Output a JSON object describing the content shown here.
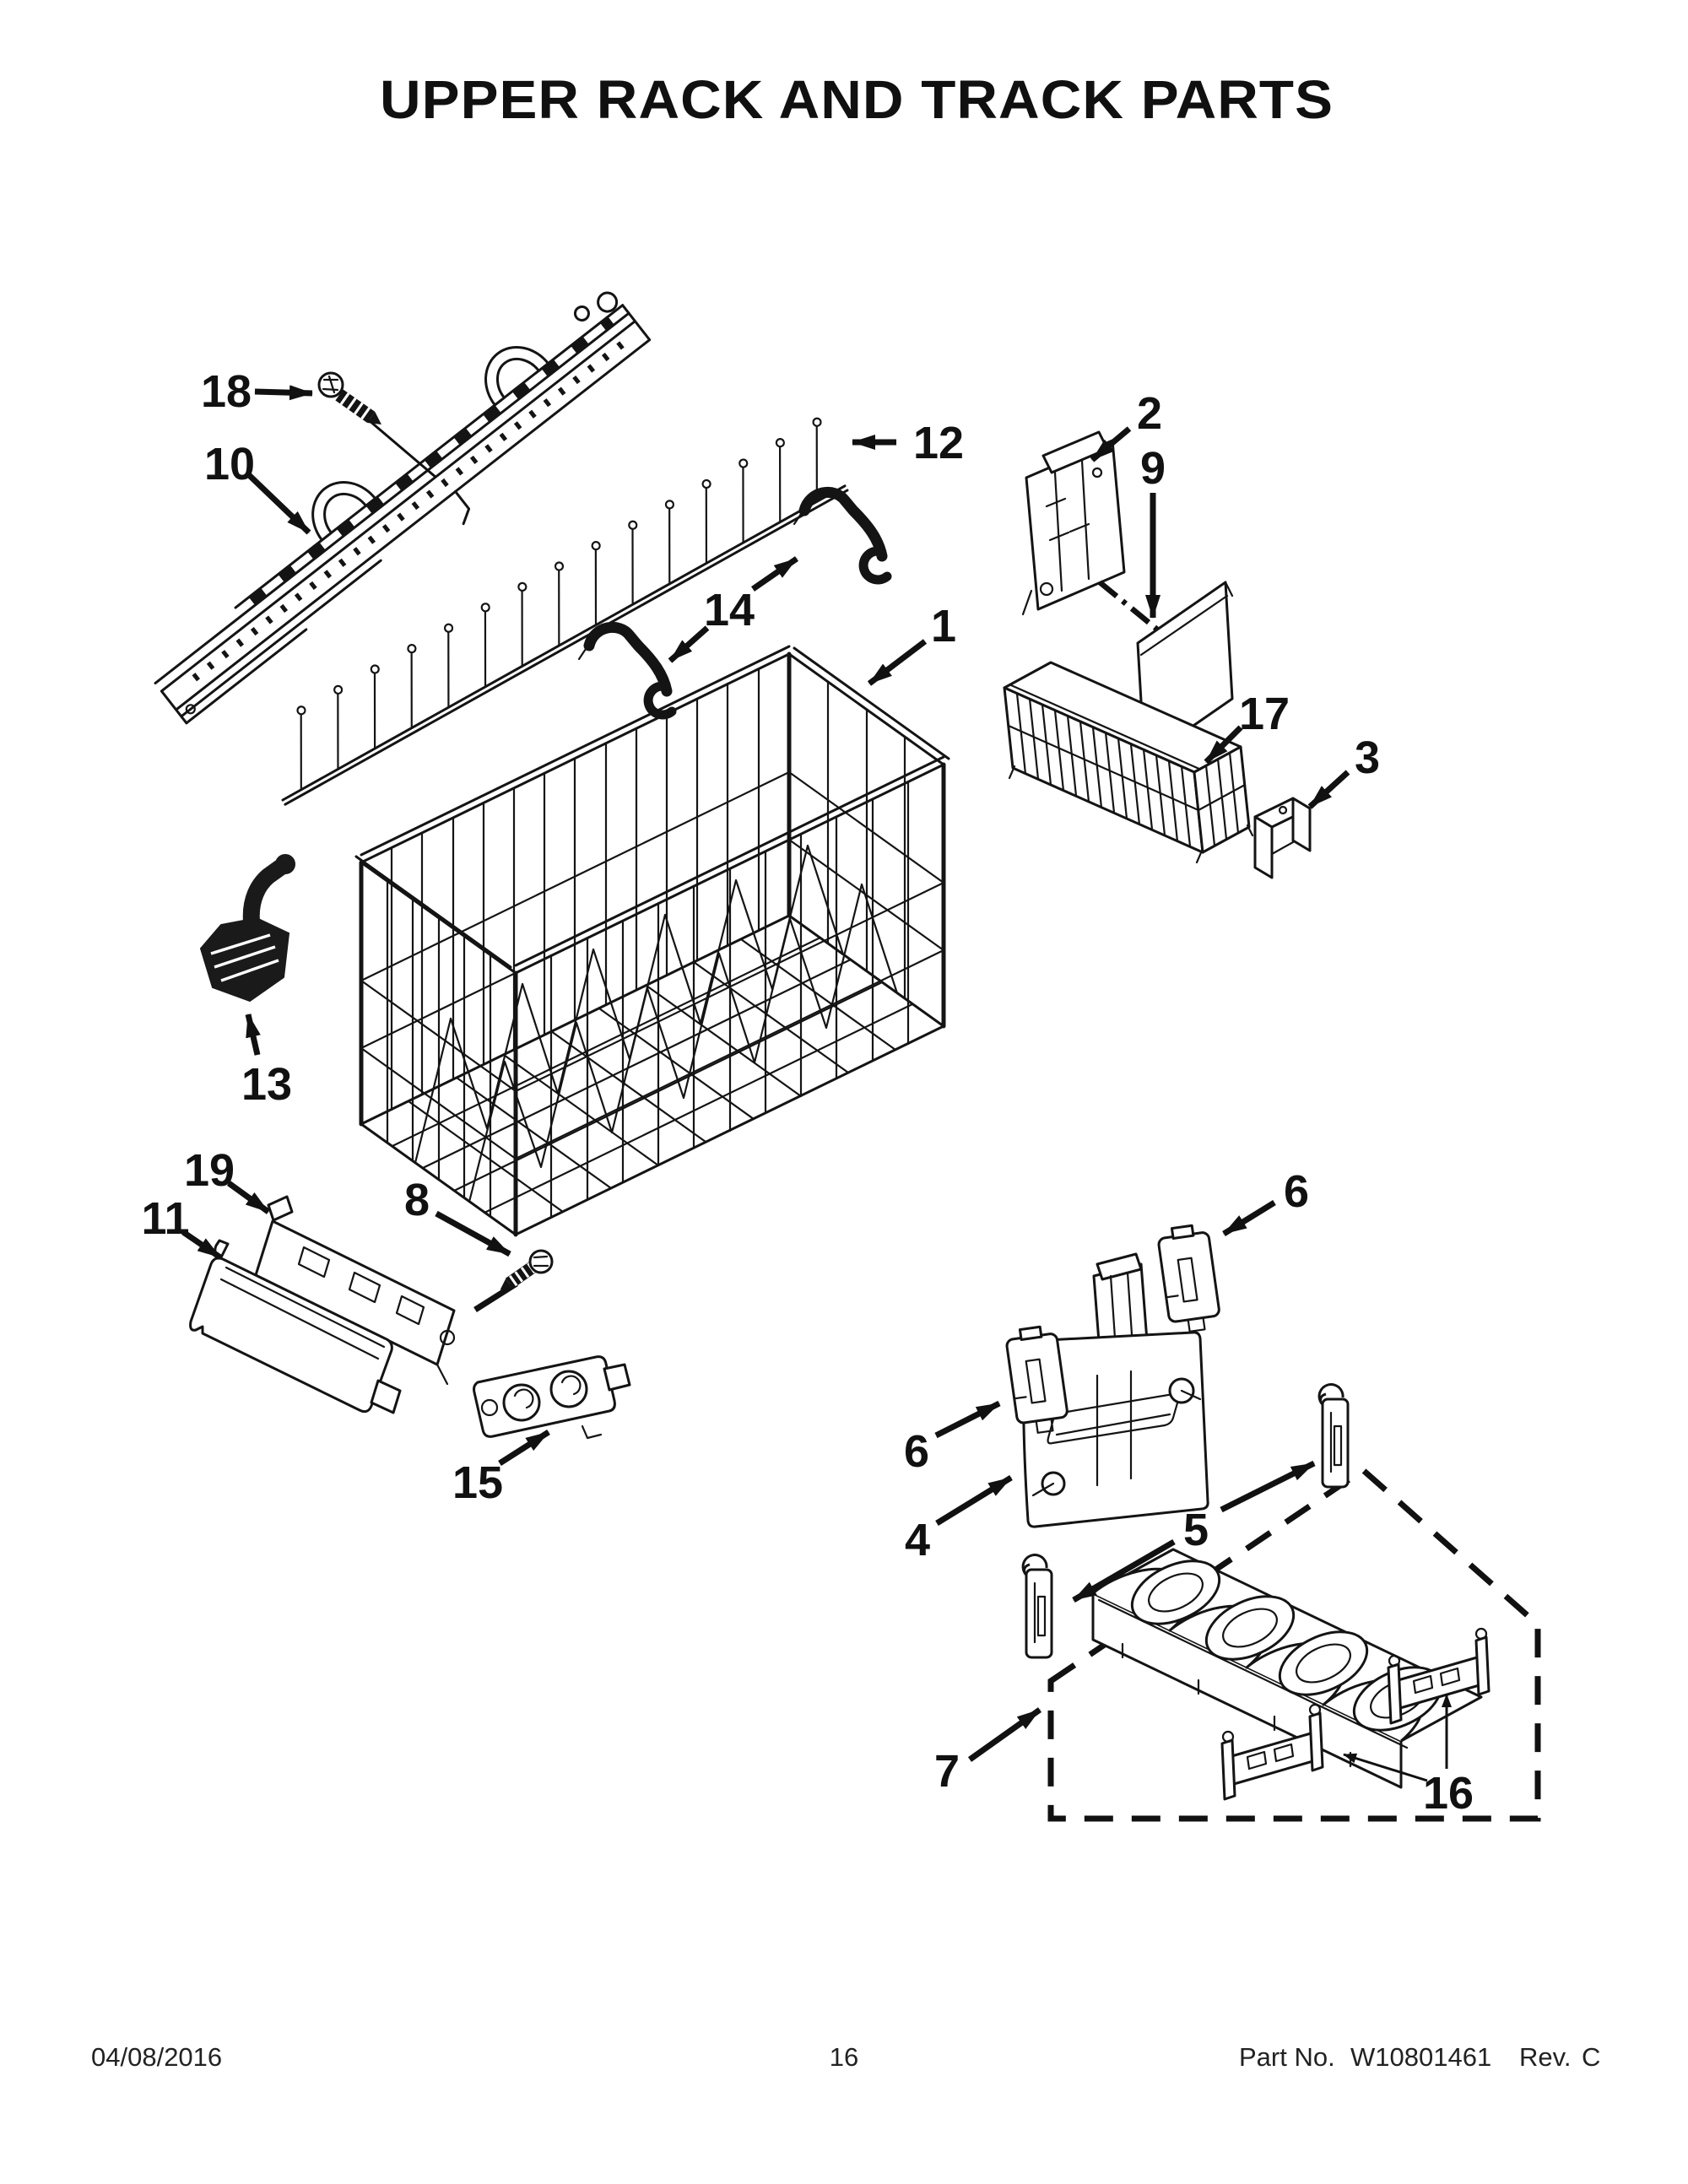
{
  "page": {
    "title": "UPPER RACK AND TRACK PARTS"
  },
  "footer": {
    "date": "04/08/2016",
    "page_number": "16",
    "part_no_label": "Part No.",
    "part_number": "W10801461",
    "rev_label": "Rev.",
    "rev": "C"
  },
  "callouts": {
    "c1": "1",
    "c2": "2",
    "c3": "3",
    "c4": "4",
    "c5": "5",
    "c6": "6",
    "c7": "7",
    "c8": "8",
    "c9": "9",
    "c10": "10",
    "c11": "11",
    "c12": "12",
    "c13": "13",
    "c14": "14",
    "c15": "15",
    "c16": "16",
    "c17": "17",
    "c18": "18",
    "c19": "19"
  }
}
